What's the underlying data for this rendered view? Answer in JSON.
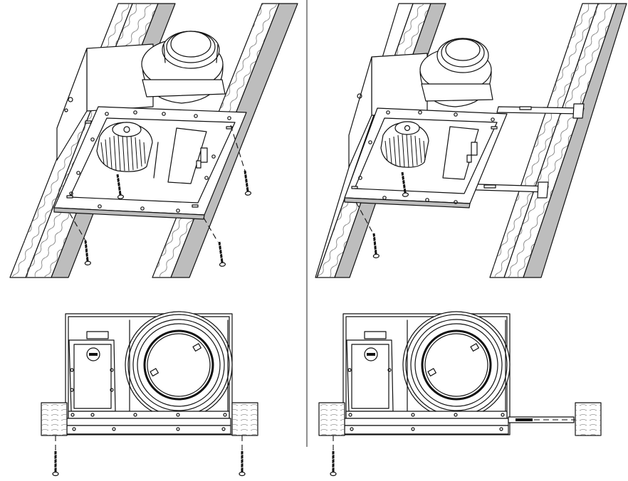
{
  "figure": {
    "panels": [
      {
        "id": "direct-mount-perspective"
      },
      {
        "id": "bar-hanger-mount-perspective"
      },
      {
        "id": "direct-mount-front"
      },
      {
        "id": "bar-hanger-mount-front"
      }
    ],
    "colors": {
      "line": "#111111",
      "background": "#ffffff",
      "joist_shade": "#bdbdbd",
      "wood_grain": "#555555"
    },
    "icons": [
      "screw-icon",
      "fan-wheel-icon",
      "duct-collar-icon",
      "wood-block-icon",
      "bar-hanger-icon",
      "junction-box-icon"
    ]
  }
}
